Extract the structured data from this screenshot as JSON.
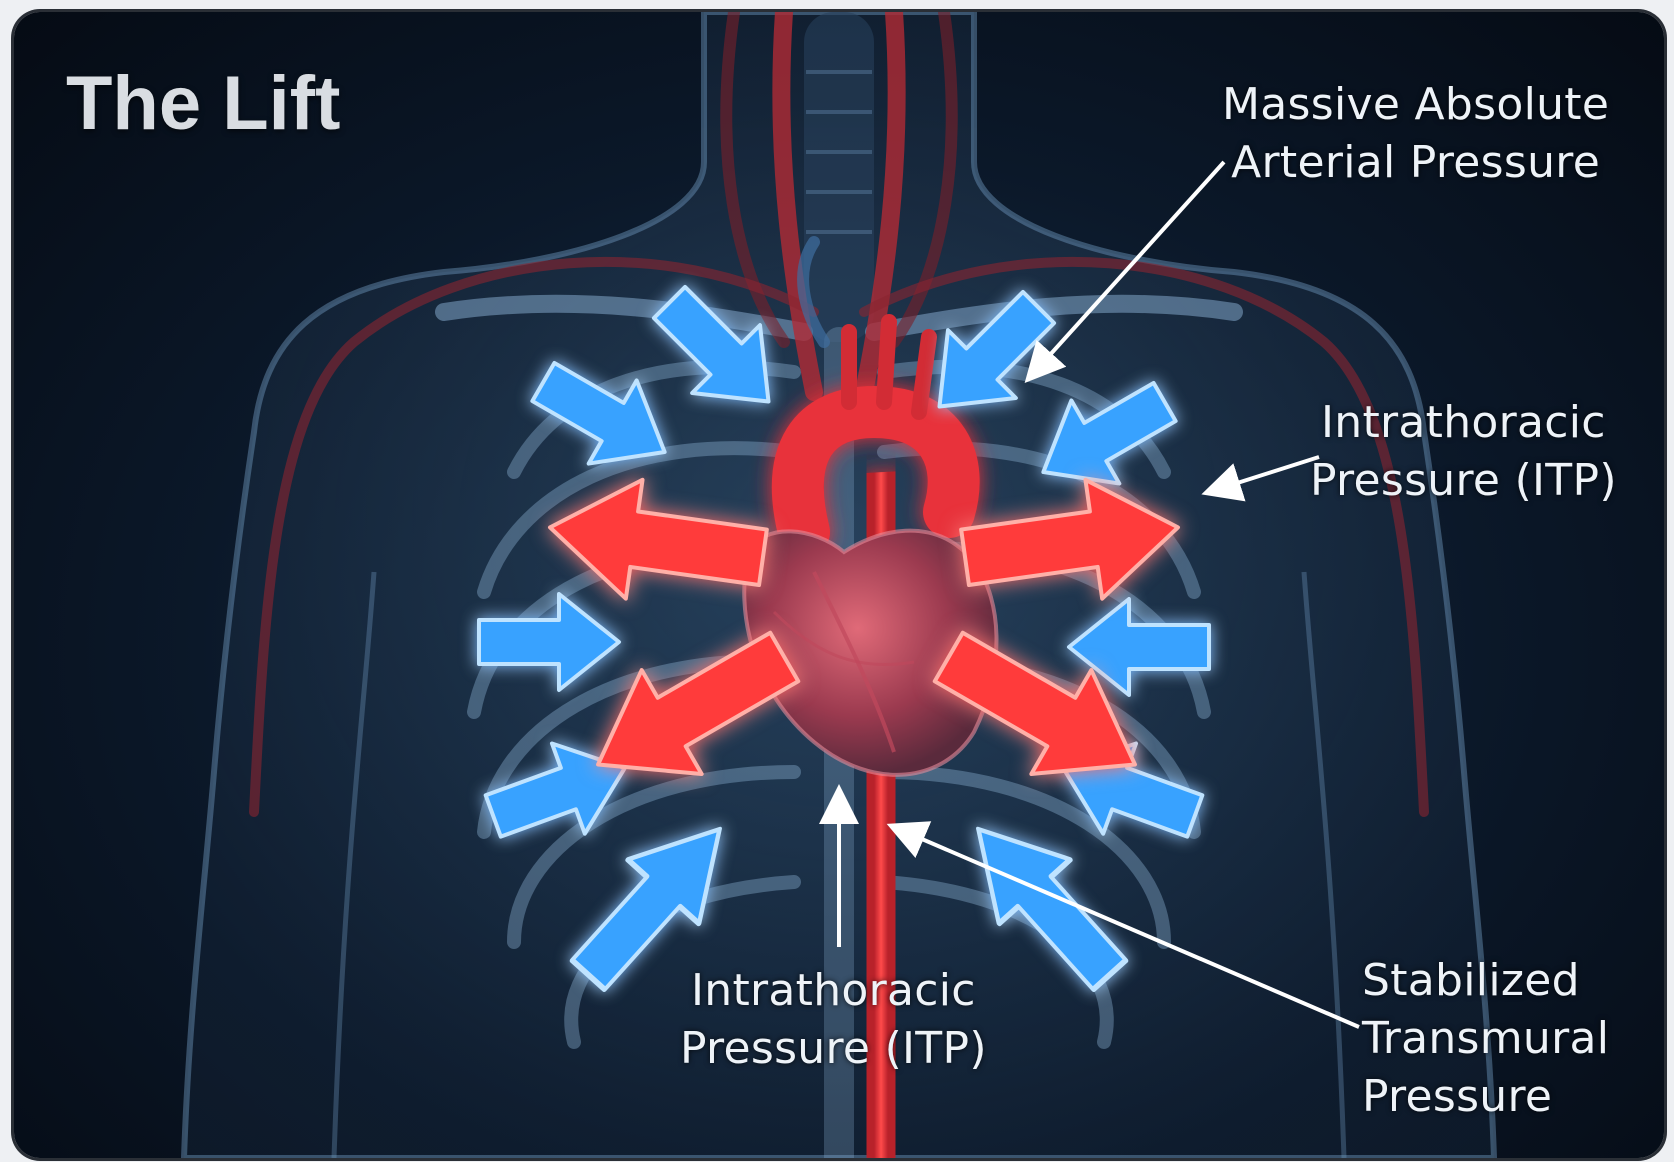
{
  "title": "The Lift",
  "labels": {
    "massive_absolute": [
      "Massive Absolute",
      "Arterial Pressure"
    ],
    "itp_right": [
      "Intrathoracic",
      "Pressure (ITP)"
    ],
    "itp_bottom": [
      "Intrathoracic",
      "Pressure (ITP)"
    ],
    "stabilized": [
      "Stabilized",
      "Transmural",
      "Pressure"
    ]
  },
  "colors": {
    "compression_arrows": "#3fa9ff",
    "expansion_arrows": "#ff3b3b",
    "vessels": "#c8323a",
    "callout_lines": "#ffffff"
  }
}
